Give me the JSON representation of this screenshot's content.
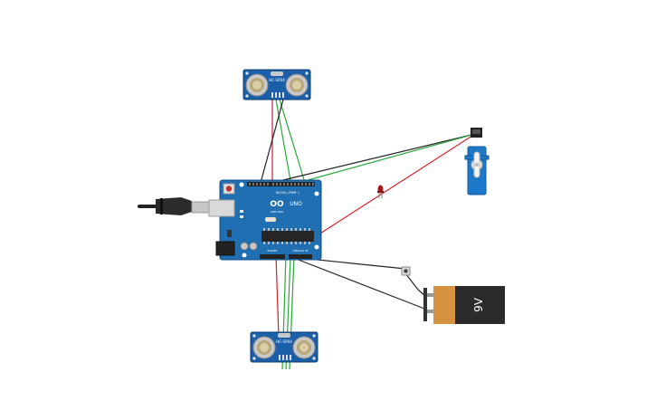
{
  "arduino": {
    "logo": "OO",
    "model": "UNO",
    "brand": "ARDUINO",
    "digital_header": "DIGITAL (PWM~)",
    "power_header": "POWER",
    "analog_header": "ANALOG IN"
  },
  "sensor_top": {
    "label": "HC-SR04"
  },
  "sensor_bottom": {
    "label": "HC-SR04"
  },
  "battery": {
    "label": "9V"
  },
  "colors": {
    "board": "#1f6fb2",
    "board_dark": "#164f85",
    "sensor": "#1b5fa8",
    "servo": "#1c78c8",
    "wire_red": "#d0202a",
    "wire_green": "#2aa63a",
    "wire_black": "#222222",
    "battery_body": "#2b2b2b",
    "battery_cap": "#d6923e"
  }
}
